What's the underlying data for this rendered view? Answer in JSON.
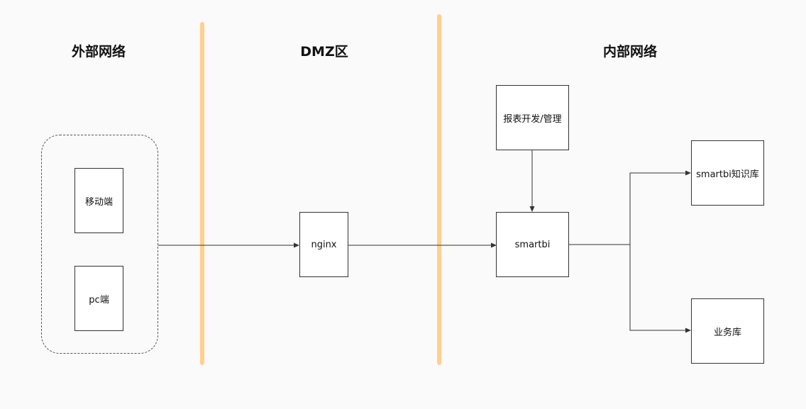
{
  "zones": {
    "external": "外部网络",
    "dmz": "DMZ区",
    "internal": "内部网络"
  },
  "nodes": {
    "mobile": "移动端",
    "pc": "pc端",
    "nginx": "nginx",
    "report_dev": "报表开发/管理",
    "smartbi": "smartbi",
    "knowledge_db": "smartbi知识库",
    "business_db": "业务库"
  },
  "colors": {
    "divider": "#ffd08e",
    "line": "#333333"
  }
}
